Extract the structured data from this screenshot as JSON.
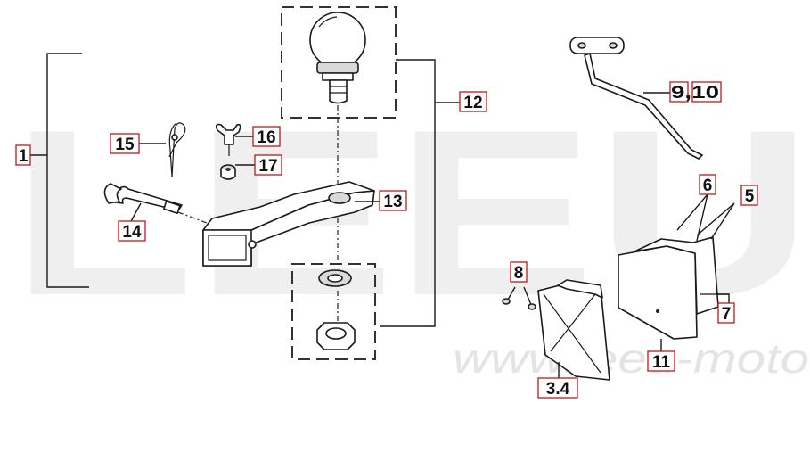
{
  "watermark": {
    "brand": "LEEU",
    "url": "www.leeu-moto"
  },
  "callouts": [
    {
      "id": "c1",
      "label": "1"
    },
    {
      "id": "c15",
      "label": "15"
    },
    {
      "id": "c14",
      "label": "14"
    },
    {
      "id": "c16",
      "label": "16"
    },
    {
      "id": "c17",
      "label": "17"
    },
    {
      "id": "c13",
      "label": "13"
    },
    {
      "id": "c12",
      "label": "12"
    },
    {
      "id": "c9",
      "label": "9,10"
    },
    {
      "id": "c6",
      "label": "6"
    },
    {
      "id": "c5",
      "label": "5"
    },
    {
      "id": "c7",
      "label": "7"
    },
    {
      "id": "c8",
      "label": "8"
    },
    {
      "id": "c11",
      "label": "11"
    },
    {
      "id": "c34",
      "label": "3.4"
    }
  ]
}
